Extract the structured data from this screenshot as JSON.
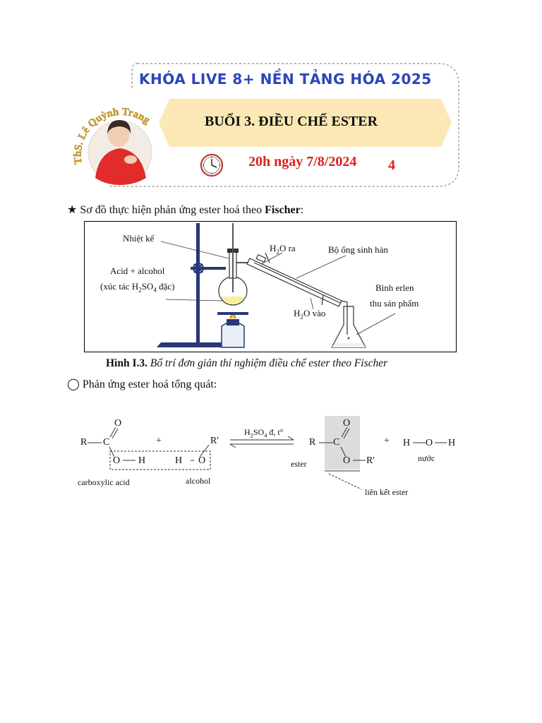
{
  "header": {
    "course_title": "KHÓA LIVE 8+ NỀN TẢNG HÓA 2025",
    "lesson_title": "BUỔI 3. ĐIỀU CHẾ ESTER",
    "date": "20h ngày 7/8/2024",
    "page_number": "4",
    "teacher_name": "ThS. Lê Quỳnh Trang"
  },
  "section1": {
    "bullet": "★",
    "text": "Sơ đồ thực hiện phản ứng ester hoá theo ",
    "bold": "Fischer",
    "tail": ":"
  },
  "figure": {
    "labels": {
      "thermometer": "Nhiệt kế",
      "mixture_line1": "Acid + alcohol",
      "mixture_line2_pre": "(xúc tác H",
      "mixture_line2_sub1": "2",
      "mixture_line2_mid": "SO",
      "mixture_line2_sub2": "4",
      "mixture_line2_post": " đặc)",
      "water_out_pre": "H",
      "water_out_sub": "2",
      "water_out_post": "O ra",
      "condenser": "Bộ ống sinh hàn",
      "water_in_pre": "H",
      "water_in_sub": "2",
      "water_in_post": "O vào",
      "erlen_line1": "Bình erlen",
      "erlen_line2": "thu sản phẩm"
    },
    "caption_bold": "Hình I.3.",
    "caption_italic": " Bố trí đơn giản thí nghiệm điều chế ester theo Fischer"
  },
  "section2": {
    "bullet": "◯",
    "text": "Phản ứng ester hoá tổng quát:"
  },
  "reaction": {
    "R": "R",
    "C": "C",
    "O": "O",
    "H": "H",
    "Rp": "R'",
    "plus": "+",
    "condition_pre": "H",
    "condition_sub1": "2",
    "condition_mid": "SO",
    "condition_sub2": "4",
    "condition_post": " đ, t°",
    "acid_label": "carboxylic acid",
    "alcohol_label": "alcohol",
    "ester_label": "ester",
    "water_label": "nước",
    "bond_label": "liên kết ester"
  }
}
